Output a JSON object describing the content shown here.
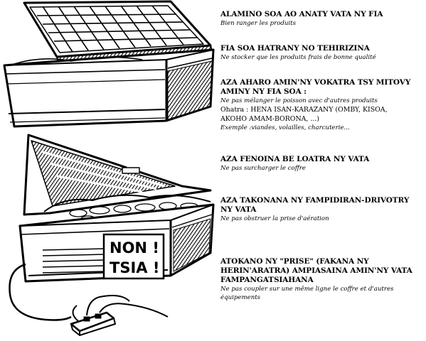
{
  "instructions": [
    {
      "heading_lines": [
        "ALAMINO SOA AO ANATY VATA NY FIA"
      ],
      "french_lines": [
        "Bien ranger les produits"
      ]
    },
    {
      "heading_lines": [
        "FIA SOA HATRANY NO TEHIRIZINA"
      ],
      "french_lines": [
        "Ne stocker que les produits frais de bonne qualité"
      ]
    },
    {
      "heading_lines": [
        "AZA AHARO AMIN'NY VOKATRA TSY MITOVY",
        "AMINY  NY FIA SOA :"
      ],
      "french_lines": [
        "Ne pas mélanger le poisson avec d'autres produits"
      ],
      "extra_lines": [
        "Ohatra : HENA ISAN-KARAZANY (OMBY, KISOA,",
        "AKOHO AMAM-BORONA, ...)"
      ],
      "example_line": "Exemple :viandes, volailles, charcuterie..."
    },
    {
      "heading_lines": [
        "AZA FENOINA BE LOATRA NY VATA"
      ],
      "french_lines": [
        "Ne  pas surcharger  le coffre"
      ]
    },
    {
      "heading_lines": [
        "AZA TAKONANA NY FAMPIDIRAN-DRIVOTRY",
        "NY VATA"
      ],
      "french_lines": [
        "Ne pas obstruer la prise d'aération"
      ]
    },
    {
      "heading_lines": [
        "ATOKANO NY \"PRISE\" (FAKANA NY",
        "HERIN'ARATRA) AMPIASAINA AMIN'NY VATA",
        "FAMPANGATSIAHANA"
      ],
      "french_lines": [
        "Ne pas coupler sur une même ligne le coffre et d'autres",
        "équipements"
      ]
    }
  ],
  "stamp_lines": [
    "NON !",
    "TSIA !"
  ]
}
